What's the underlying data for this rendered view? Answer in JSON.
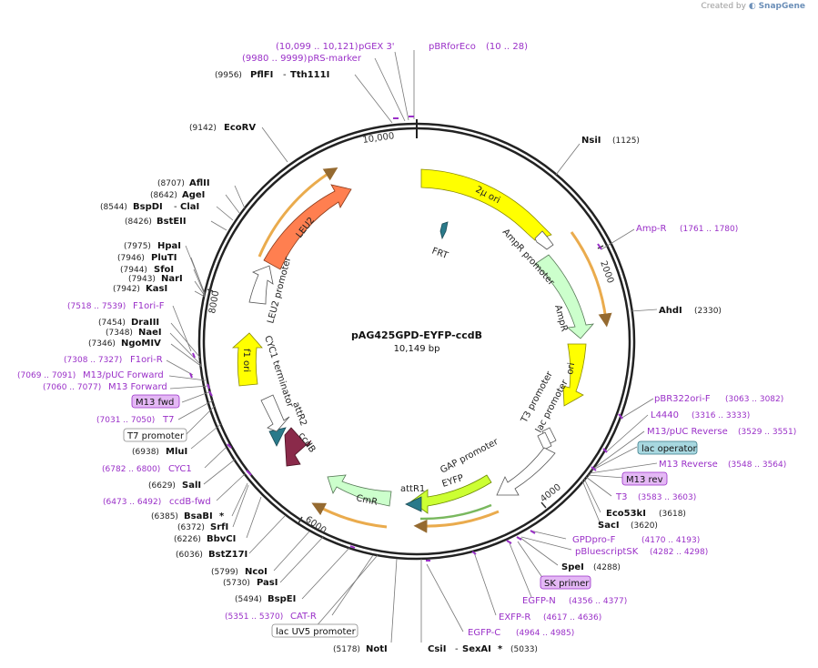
{
  "watermark": {
    "prefix": "Created by",
    "brand": "SnapGene"
  },
  "plasmid": {
    "name": "pAG425GPD-EYFP-ccdB",
    "length": "10,149 bp",
    "total_bp": 10149
  },
  "ruler_labels": [
    "2000",
    "4000",
    "6000",
    "8000",
    "10,000"
  ],
  "features": [
    {
      "name": "2μ ori",
      "start": 1,
      "end": 1250
    },
    {
      "name": "AmpR promoter",
      "start": 1180,
      "end": 1480
    },
    {
      "name": "AmpR",
      "start": 1480,
      "end": 2340
    },
    {
      "name": "ori",
      "start": 2460,
      "end": 3050
    },
    {
      "name": "T3 promoter",
      "start": 3540,
      "end": 3560
    },
    {
      "name": "lac promoter",
      "start": 3560,
      "end": 3600
    },
    {
      "name": "GAP promoter",
      "start": 3640,
      "end": 4300
    },
    {
      "name": "EYFP",
      "start": 4310,
      "end": 5020
    },
    {
      "name": "attR1",
      "start": 5060,
      "end": 5180
    },
    {
      "name": "CmR",
      "start": 5330,
      "end": 5990
    },
    {
      "name": "ccdB",
      "start": 6580,
      "end": 6890
    },
    {
      "name": "attR2",
      "start": 6900,
      "end": 7020
    },
    {
      "name": "CYC1 terminator",
      "start": 7030,
      "end": 7280
    },
    {
      "name": "f1 ori",
      "start": 7290,
      "end": 7740
    },
    {
      "name": "LEU2 promoter",
      "start": 7740,
      "end": 8150
    },
    {
      "name": "LEU2",
      "start": 8150,
      "end": 9250
    },
    {
      "name": "FRT",
      "start": 600,
      "end": 650
    }
  ],
  "labels": {
    "left": [
      {
        "num": "(9956)",
        "name": "PflFI",
        "name2": "Tth111I"
      },
      {
        "num": "(9142)",
        "name": "EcoRV"
      },
      {
        "num": "(8707)",
        "name": "AflII"
      },
      {
        "num": "(8642)",
        "name": "AgeI"
      },
      {
        "num": "(8544)",
        "name": "BspDI",
        "name2": "ClaI"
      },
      {
        "num": "(8426)",
        "name": "BstEII"
      },
      {
        "num": "(7975)",
        "name": "HpaI"
      },
      {
        "num": "(7946)",
        "name": "PluTI"
      },
      {
        "num": "(7944)",
        "name": "SfoI"
      },
      {
        "num": "(7943)",
        "name": "NarI"
      },
      {
        "num": "(7942)",
        "name": "KasI"
      },
      {
        "name": "F1ori-F",
        "num": "(7518 .. 7539)"
      },
      {
        "num": "(7454)",
        "name": "DraIII"
      },
      {
        "num": "(7348)",
        "name": "NaeI"
      },
      {
        "num": "(7346)",
        "name": "NgoMIV"
      },
      {
        "name": "F1ori-R",
        "num": "(7308 .. 7327)"
      },
      {
        "name": "M13/pUC Forward",
        "num": "(7069 .. 7091)"
      },
      {
        "name": "M13 Forward",
        "num": "(7060 .. 7077)"
      },
      {
        "name": "M13 fwd"
      },
      {
        "name": "T7",
        "num": "(7031 .. 7050)"
      },
      {
        "name": "T7 promoter"
      },
      {
        "num": "(6938)",
        "name": "MluI"
      },
      {
        "name": "CYC1",
        "num": "(6782 .. 6800)"
      },
      {
        "num": "(6629)",
        "name": "SalI"
      },
      {
        "name": "ccdB-fwd",
        "num": "(6473 .. 6492)"
      },
      {
        "num": "(6385)",
        "name": "BsaBI",
        "star": "*"
      },
      {
        "num": "(6372)",
        "name": "SrfI"
      },
      {
        "num": "(6226)",
        "name": "BbvCI"
      },
      {
        "num": "(6036)",
        "name": "BstZ17I"
      },
      {
        "num": "(5799)",
        "name": "NcoI"
      },
      {
        "num": "(5730)",
        "name": "PasI"
      },
      {
        "num": "(5494)",
        "name": "BspEI"
      },
      {
        "name": "CAT-R",
        "num": "(5351 .. 5370)"
      },
      {
        "name": "lac UV5 promoter"
      },
      {
        "num": "(5178)",
        "name": "NotI"
      },
      {
        "name": "CsiI",
        "name2": "SexAI",
        "star": "*",
        "num": "(5033)"
      }
    ],
    "top": [
      {
        "name": "pGEX 3'",
        "num": "(10,099 .. 10,121)"
      },
      {
        "name": "pRS-marker",
        "num": "(9980 .. 9999)"
      },
      {
        "name": "pBRforEco",
        "num": "(10 .. 28)"
      }
    ],
    "right": [
      {
        "name": "NsiI",
        "num": "(1125)"
      },
      {
        "name": "Amp-R",
        "num": "(1761 .. 1780)"
      },
      {
        "name": "AhdI",
        "num": "(2330)"
      },
      {
        "name": "pBR322ori-F",
        "num": "(3063 .. 3082)"
      },
      {
        "name": "L4440",
        "num": "(3316 .. 3333)"
      },
      {
        "name": "M13/pUC Reverse",
        "num": "(3529 .. 3551)"
      },
      {
        "name": "lac operator"
      },
      {
        "name": "M13 Reverse",
        "num": "(3548 .. 3564)"
      },
      {
        "name": "M13 rev"
      },
      {
        "name": "T3",
        "num": "(3583 .. 3603)"
      },
      {
        "name": "Eco53kI",
        "num": "(3618)"
      },
      {
        "name": "SacI",
        "num": "(3620)"
      },
      {
        "name": "GPDpro-F",
        "num": "(4170 .. 4193)"
      },
      {
        "name": "pBluescriptSK",
        "num": "(4282 .. 4298)"
      },
      {
        "name": "SpeI",
        "num": "(4288)"
      },
      {
        "name": "SK primer"
      },
      {
        "name": "EGFP-N",
        "num": "(4356 .. 4377)"
      },
      {
        "name": "EXFP-R",
        "num": "(4617 .. 4636)"
      },
      {
        "name": "EGFP-C",
        "num": "(4964 .. 4985)"
      }
    ]
  }
}
